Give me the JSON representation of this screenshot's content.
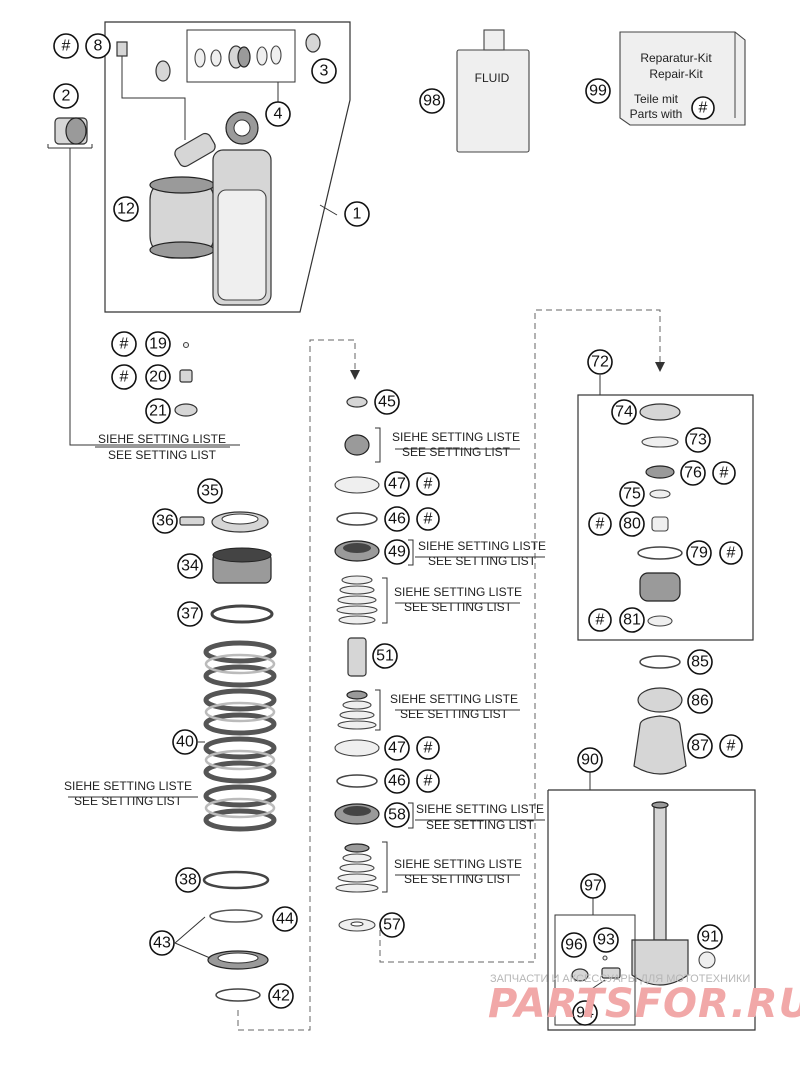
{
  "callouts": {
    "c1": "1",
    "c2": "2",
    "c3": "3",
    "c4": "4",
    "c8": "8",
    "c12": "12",
    "c19": "19",
    "c20": "20",
    "c21": "21",
    "c34": "34",
    "c35": "35",
    "c36": "36",
    "c37": "37",
    "c38": "38",
    "c40": "40",
    "c42": "42",
    "c43": "43",
    "c44": "44",
    "c45": "45",
    "c46a": "46",
    "c46b": "46",
    "c47a": "47",
    "c47b": "47",
    "c49": "49",
    "c51": "51",
    "c57": "57",
    "c58": "58",
    "c72": "72",
    "c73": "73",
    "c74": "74",
    "c75": "75",
    "c76": "76",
    "c79": "79",
    "c80": "80",
    "c81": "81",
    "c85": "85",
    "c86": "86",
    "c87": "87",
    "c90": "90",
    "c91": "91",
    "c93": "93",
    "c94": "94",
    "c96": "96",
    "c97": "97",
    "c98": "98",
    "c99": "99"
  },
  "hash_mark": "#",
  "setting_de": "SIEHE SETTING LISTE",
  "setting_en": "SEE SETTING LIST",
  "fluid_label": "FLUID",
  "repair_kit": {
    "line1": "Reparatur-Kit",
    "line2": "Repair-Kit",
    "line3": "Teile mit",
    "line4": "Parts with"
  },
  "watermark": {
    "caption": "ЗАПЧАСТИ И АКСЕССУАРЫ ДЛЯ МОТОТЕХНИКИ",
    "logo": "PARTSFOR.RU"
  }
}
